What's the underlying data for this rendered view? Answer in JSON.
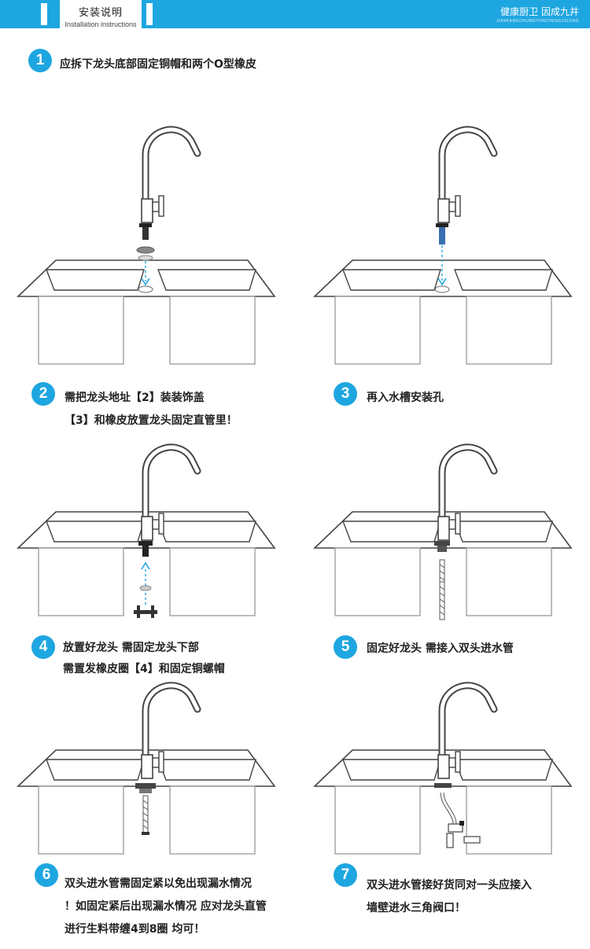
{
  "header": {
    "title_cn": "安装说明",
    "title_en": "Installation instructions",
    "brand_cn": "健康厨卫 因成九井",
    "brand_en": "JIANKANGCHUWEIYINCHENGJIUJING"
  },
  "steps": [
    {
      "num": "1",
      "lines": [
        "应拆下龙头底部固定铜帽和两个O型橡皮"
      ]
    },
    {
      "num": "2",
      "lines": [
        "需把龙头地址【2】装装饰盖",
        "【3】和橡皮放置龙头固定直管里！"
      ]
    },
    {
      "num": "3",
      "lines": [
        "再入水槽安装孔"
      ]
    },
    {
      "num": "4",
      "lines": [
        "放置好龙头 需固定龙头下部",
        "需置发橡皮圈【4】和固定铜螺帽"
      ]
    },
    {
      "num": "5",
      "lines": [
        "固定好龙头 需接入双头进水管"
      ]
    },
    {
      "num": "6",
      "lines": [
        "双头进水管需固定紧以免出现漏水情况",
        "！如固定紧后出现漏水情况 应对龙头直管",
        "进行生料带缠4到8圈 均可！"
      ]
    },
    {
      "num": "7",
      "lines": [
        "双头进水管接好货同对一头应接入",
        "墙壁进水三角阀口！"
      ]
    }
  ],
  "colors": {
    "accent": "#1ea6e0",
    "line": "#444444"
  }
}
